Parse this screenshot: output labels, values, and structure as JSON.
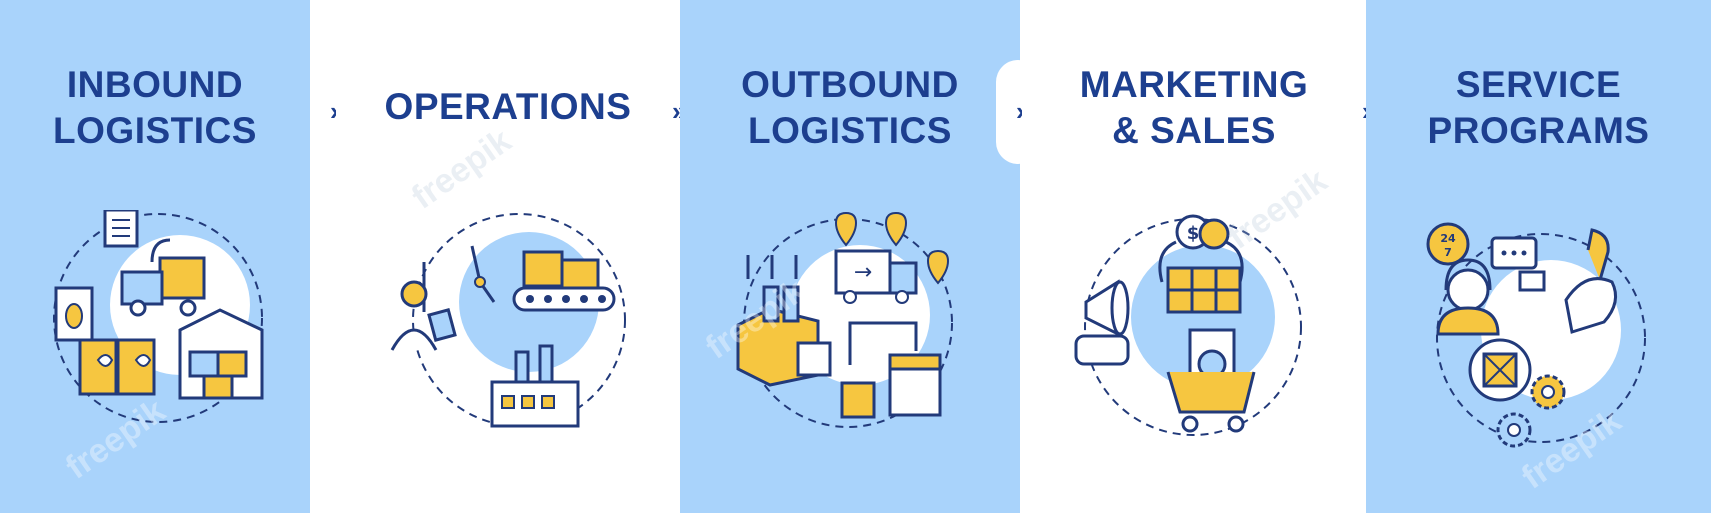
{
  "panels": [
    {
      "lines": [
        "INBOUND",
        "LOGISTICS"
      ]
    },
    {
      "lines": [
        "OPERATIONS"
      ]
    },
    {
      "lines": [
        "OUTBOUND",
        "LOGISTICS"
      ]
    },
    {
      "lines": [
        "MARKETING",
        "& SALES"
      ]
    },
    {
      "lines": [
        "SERVICE",
        "PROGRAMS"
      ]
    }
  ],
  "arrow_glyph": "»",
  "icon_texts": {
    "support_hours_top": "24",
    "support_hours_bottom": "7",
    "currency": "$",
    "outbound_arrow": "→"
  },
  "colors": {
    "blue_panel": "#a9d3fb",
    "title": "#1d3f8f",
    "yellow": "#f6c640",
    "navy": "#223a7a"
  },
  "watermark": "freepik"
}
